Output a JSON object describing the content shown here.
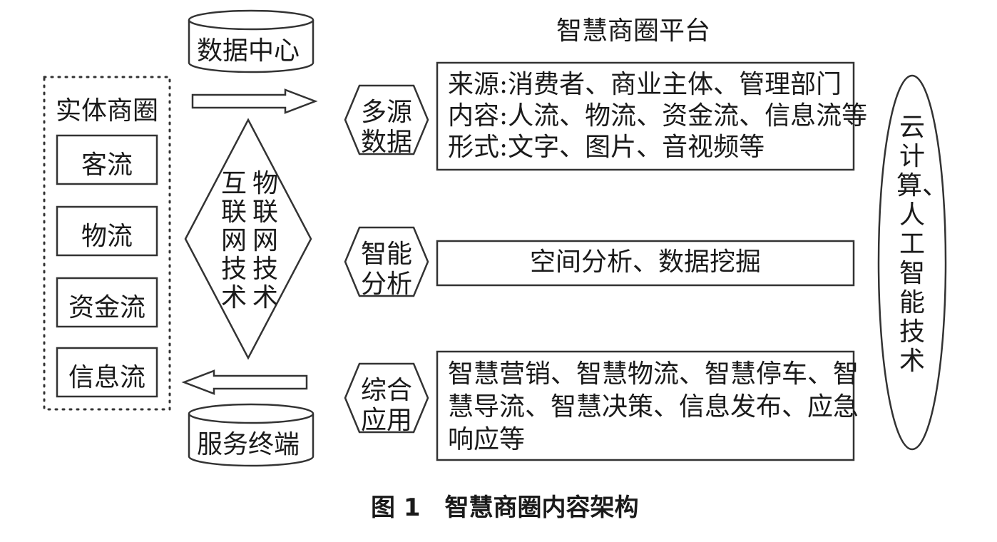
{
  "platform_title": "智慧商圈平台",
  "data_center": "数据中心",
  "service_terminal": "服务终端",
  "entity": {
    "title": "实体商圈",
    "flows": [
      "客流",
      "物流",
      "资金流",
      "信息流"
    ]
  },
  "tech_diamond": {
    "col_left": "互联网技术",
    "col_right": "物联网技术"
  },
  "stages": [
    {
      "label_line1": "多源",
      "label_line2": "数据"
    },
    {
      "label_line1": "智能",
      "label_line2": "分析"
    },
    {
      "label_line1": "综合",
      "label_line2": "应用"
    }
  ],
  "boxes": {
    "data_lines": [
      "来源:消费者、商业主体、管理部门",
      "内容:人流、物流、资金流、信息流等",
      "形式:文字、图片、音视频等"
    ],
    "analysis": "空间分析、数据挖掘",
    "app_lines": [
      "智慧营销、智慧物流、智慧停车、智",
      "慧导流、智慧决策、信息发布、应急",
      "响应等"
    ]
  },
  "cloud_ai": "云计算、人工智能技术",
  "caption": "图 1　智慧商圈内容架构"
}
